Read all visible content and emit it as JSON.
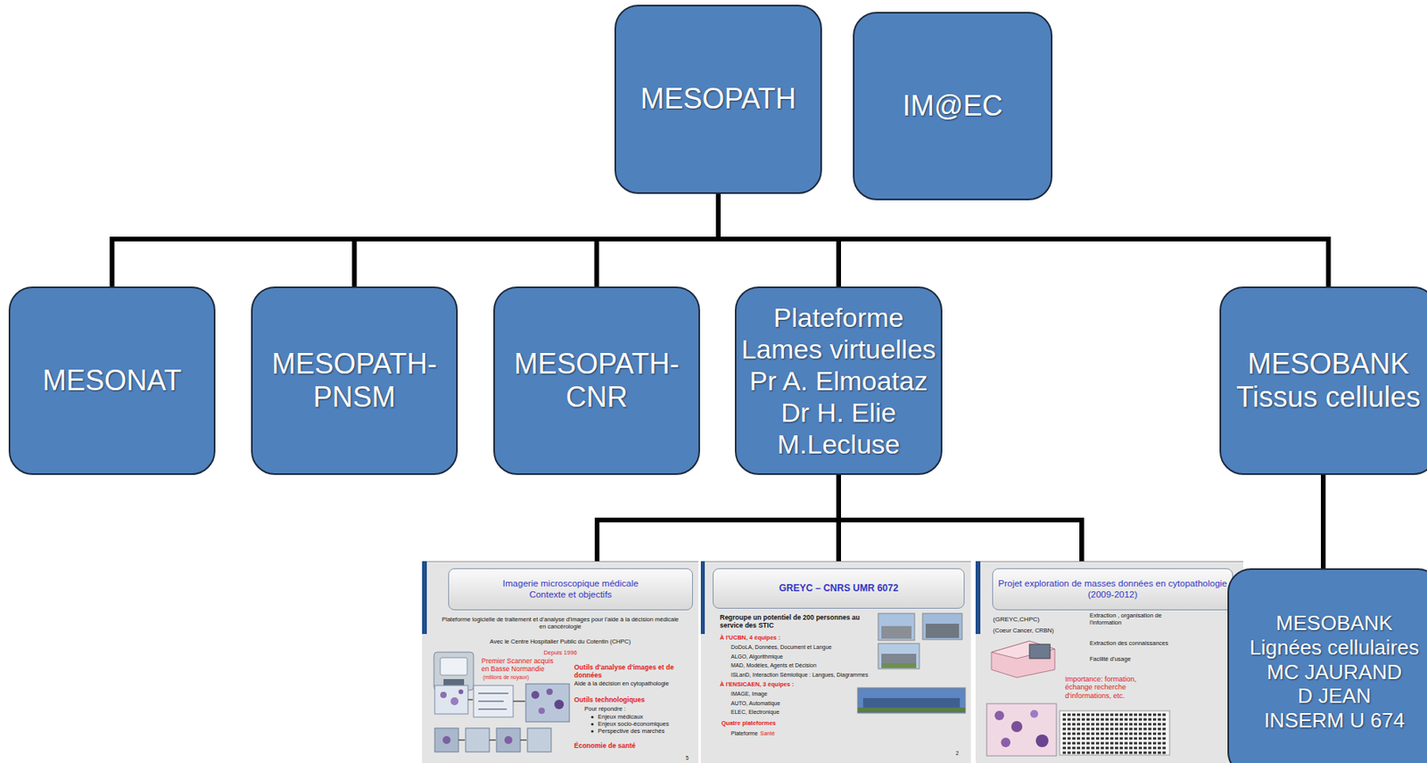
{
  "diagram": {
    "nodes": [
      {
        "text": [
          "MESOPATH"
        ]
      },
      {
        "text": [
          "IM@EC"
        ]
      },
      {
        "text": [
          "MESONAT"
        ]
      },
      {
        "text": [
          "MESOPATH-PNSM"
        ]
      },
      {
        "text": [
          "MESOPATH-CNR"
        ]
      },
      {
        "text": [
          "Plateforme Lames virtuelles",
          "Pr A. Elmoataz",
          "Dr H. Elie",
          "M.Lecluse"
        ]
      },
      {
        "text": [
          "MESOBANK Tissus cellules"
        ]
      },
      {
        "text": [
          "Plateforme logicielle de traitement et d'analyse d'images pour l'aide à la décision médicale en cancérologie",
          "Avec le Centre Hospitalier Public du Cotentin (CHPC)",
          "Depuis 1996",
          "Premier Scanner acquis en Basse Normandie",
          "(millions de noyaux)",
          "Outils d'analyse d'images et de données",
          "Aide à la décision en cytopathologie",
          "Outils technologiques",
          "Pour répondre :",
          "Enjeux médicaux",
          "Enjeux socio-économiques",
          "Perspective des marchés",
          "Économie de santé",
          "5"
        ]
      },
      {
        "text": [
          "Imagerie microscopique médicale",
          "Contexte et objectifs"
        ],
        "in": 7
      },
      {
        "text": [
          "Regroupe un potentiel de 200 personnes au service des STIC",
          "À l'UCBN, 4 équipes :",
          "DoDoLA, Données, Document et Langue",
          "ALGO, Algorithmique",
          "MAD, Modèles, Agents et Décision",
          "ISLanD, Interaction Sémiotique : Langues, Diagrammes",
          "À l'ENSICAEN, 3 équipes :",
          "IMAGE, Image",
          "AUTO, Automatique",
          "ELEC, Electronique",
          "Quatre plateformes",
          "Plateforme",
          "Santé",
          "2"
        ]
      },
      {
        "text": [
          "GREYC – CNRS UMR 6072"
        ],
        "in": 9
      },
      {
        "text": [
          "(GREYC,CHPC)",
          "(Coeur Cancer, CRBN)",
          "Extraction , organisation de l'information",
          "Extraction des connaissances",
          "Facilité d'usage",
          "Importance: formation, échange recherche d'informations, etc."
        ]
      },
      {
        "text": [
          "Projet exploration de masses données en cytopathologie",
          "(2009-2012)"
        ],
        "in": 11
      },
      {
        "text": [
          "MESOBANK Lignées cellulaires",
          "MC JAURAND",
          "D JEAN",
          "INSERM U 674"
        ]
      }
    ],
    "edges": [
      {
        "from": 0,
        "to": 2,
        "arrow": "none"
      },
      {
        "from": 0,
        "to": 3,
        "arrow": "none"
      },
      {
        "from": 0,
        "to": 4,
        "arrow": "none"
      },
      {
        "from": 0,
        "to": 5,
        "arrow": "none"
      },
      {
        "from": 0,
        "to": 6,
        "arrow": "none"
      },
      {
        "from": 5,
        "to": 7,
        "arrow": "none"
      },
      {
        "from": 5,
        "to": 9,
        "arrow": "none"
      },
      {
        "from": 5,
        "to": 11,
        "arrow": "none"
      },
      {
        "from": 6,
        "to": 13,
        "arrow": "none"
      }
    ]
  }
}
